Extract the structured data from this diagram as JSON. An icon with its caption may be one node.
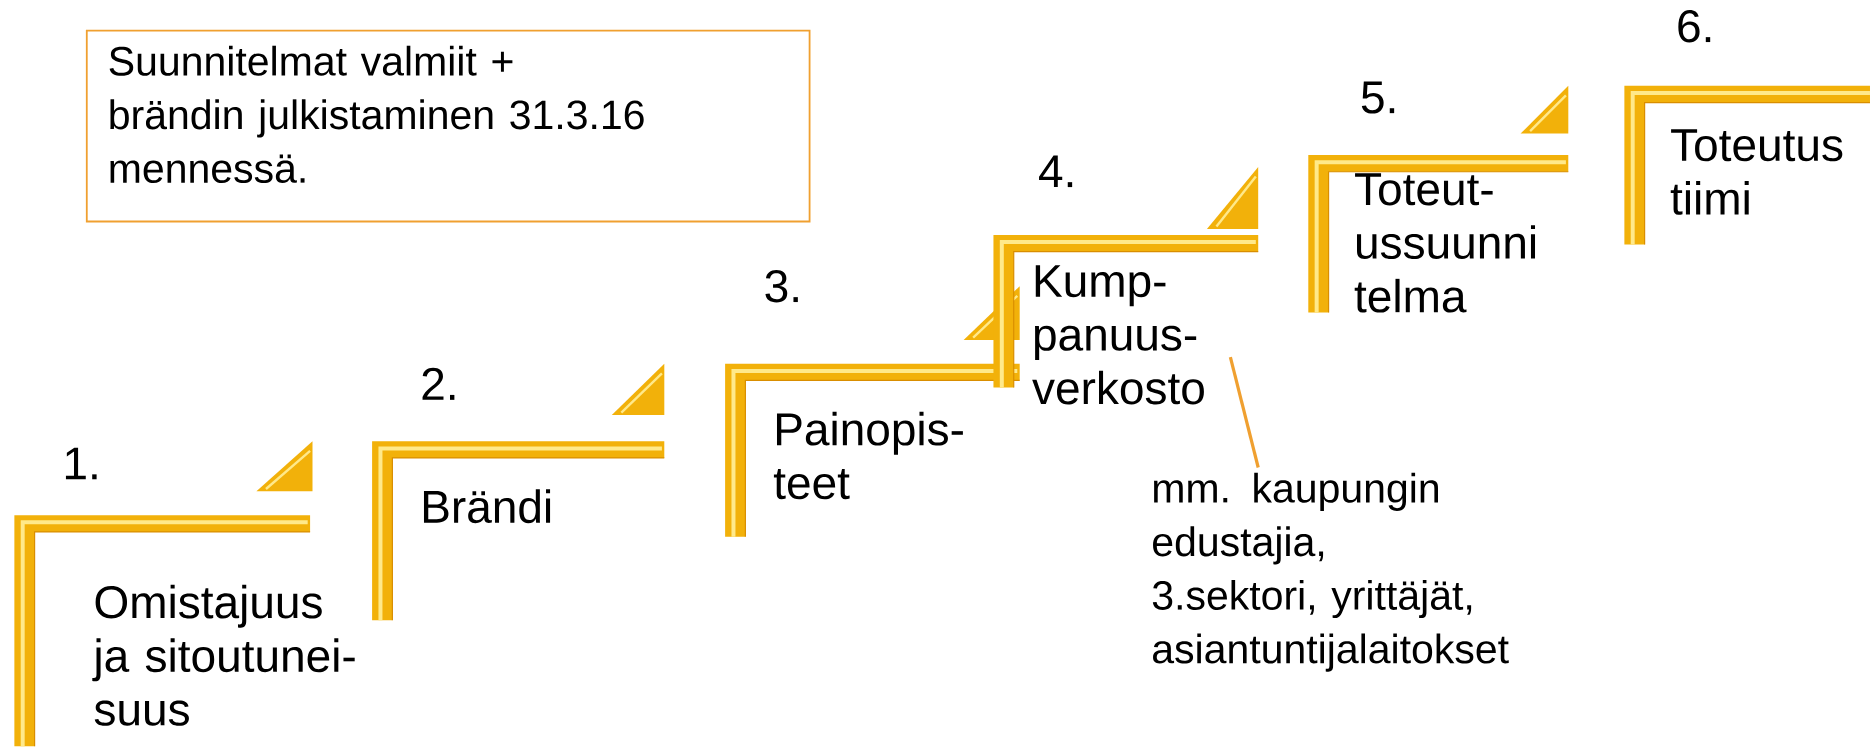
{
  "diagram": {
    "nodes": [
      {
        "text": [
          "Suunnitelmat valmiit + brändin julkistaminen 31.3.16 mennessä."
        ]
      },
      {
        "text": [
          "1.",
          "Omistajuus ja sitoutunei- suus"
        ]
      },
      {
        "text": [
          "2.",
          "Brändi"
        ]
      },
      {
        "text": [
          "3.",
          "Painopis- teet"
        ]
      },
      {
        "text": [
          "4.",
          "Kump- panuus- verkosto"
        ]
      },
      {
        "text": [
          "5.",
          "Toteut- ussuunni telma"
        ]
      },
      {
        "text": [
          "6.",
          "Toteutus tiimi"
        ]
      },
      {
        "text": [
          "mm. kaupungin edustajia, 3.sektori, yrittäjät, asiantuntijalaitokset"
        ]
      }
    ],
    "edges": [
      {
        "from": 7,
        "to": 4,
        "arrow": "none",
        "color": "#f0a030"
      }
    ]
  }
}
